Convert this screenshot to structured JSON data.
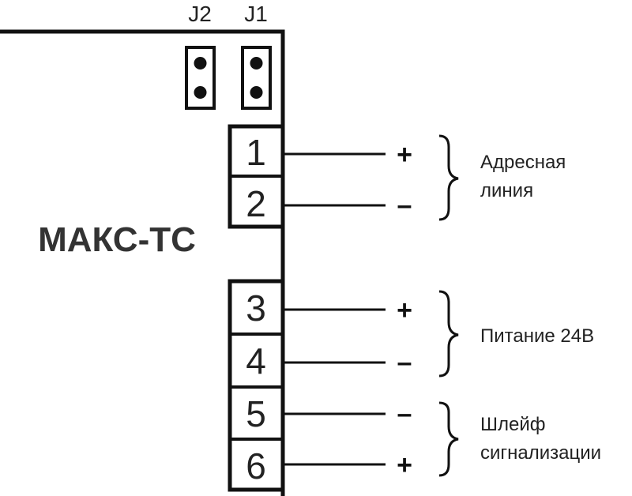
{
  "device": {
    "name": "МАКС-ТС"
  },
  "jumpers": [
    {
      "id": "j2",
      "label": "J2"
    },
    {
      "id": "j1",
      "label": "J1"
    }
  ],
  "terminals": [
    {
      "num": "1",
      "sign": "+"
    },
    {
      "num": "2",
      "sign": "–"
    },
    {
      "num": "3",
      "sign": "+"
    },
    {
      "num": "4",
      "sign": "–"
    },
    {
      "num": "5",
      "sign": "–"
    },
    {
      "num": "6",
      "sign": "+"
    }
  ],
  "groups": [
    {
      "line1": "Адресная",
      "line2": "линия"
    },
    {
      "line1": "Питание 24В",
      "line2": ""
    },
    {
      "line1": "Шлейф",
      "line2": "сигнализации"
    }
  ]
}
